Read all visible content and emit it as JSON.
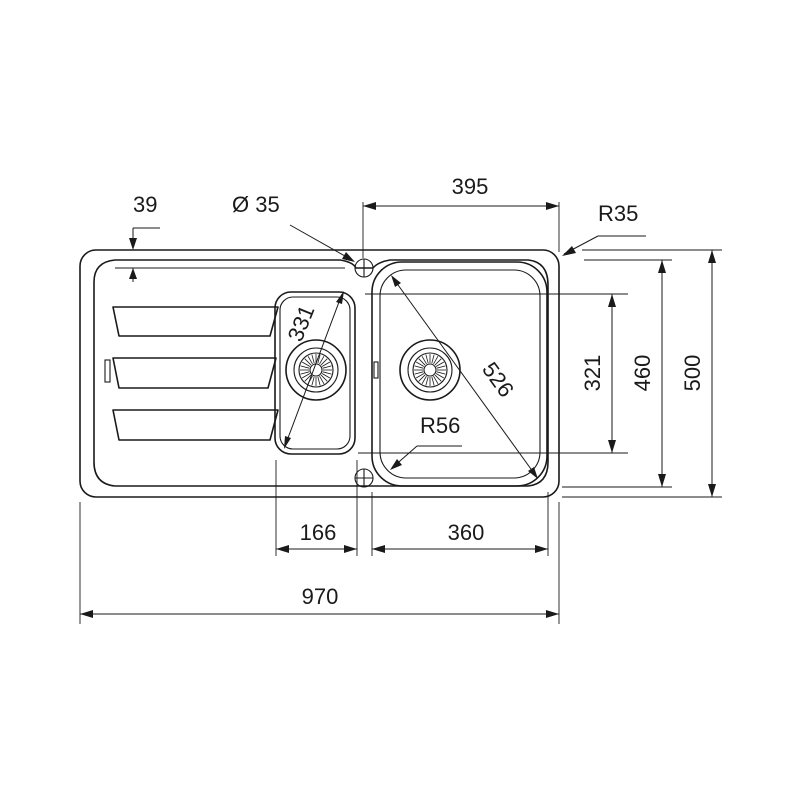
{
  "drawing": {
    "type": "technical-drawing",
    "subject": "inset sink with drainer and bowl",
    "colors": {
      "line": "#1a1a1a",
      "background": "#ffffff"
    },
    "dimensions": {
      "overall_width": "970",
      "overall_depth": "500",
      "bowl_depth": "460",
      "small_bowl_depth": "321",
      "main_bowl_width": "360",
      "small_bowl_width": "166",
      "cutout_width": "395",
      "main_bowl_diagonal": "526",
      "small_bowl_diagonal": "331",
      "tap_hole": "Ø 35",
      "corner_radius": "R35",
      "bowl_radius": "R56",
      "edge_offset": "39"
    }
  }
}
